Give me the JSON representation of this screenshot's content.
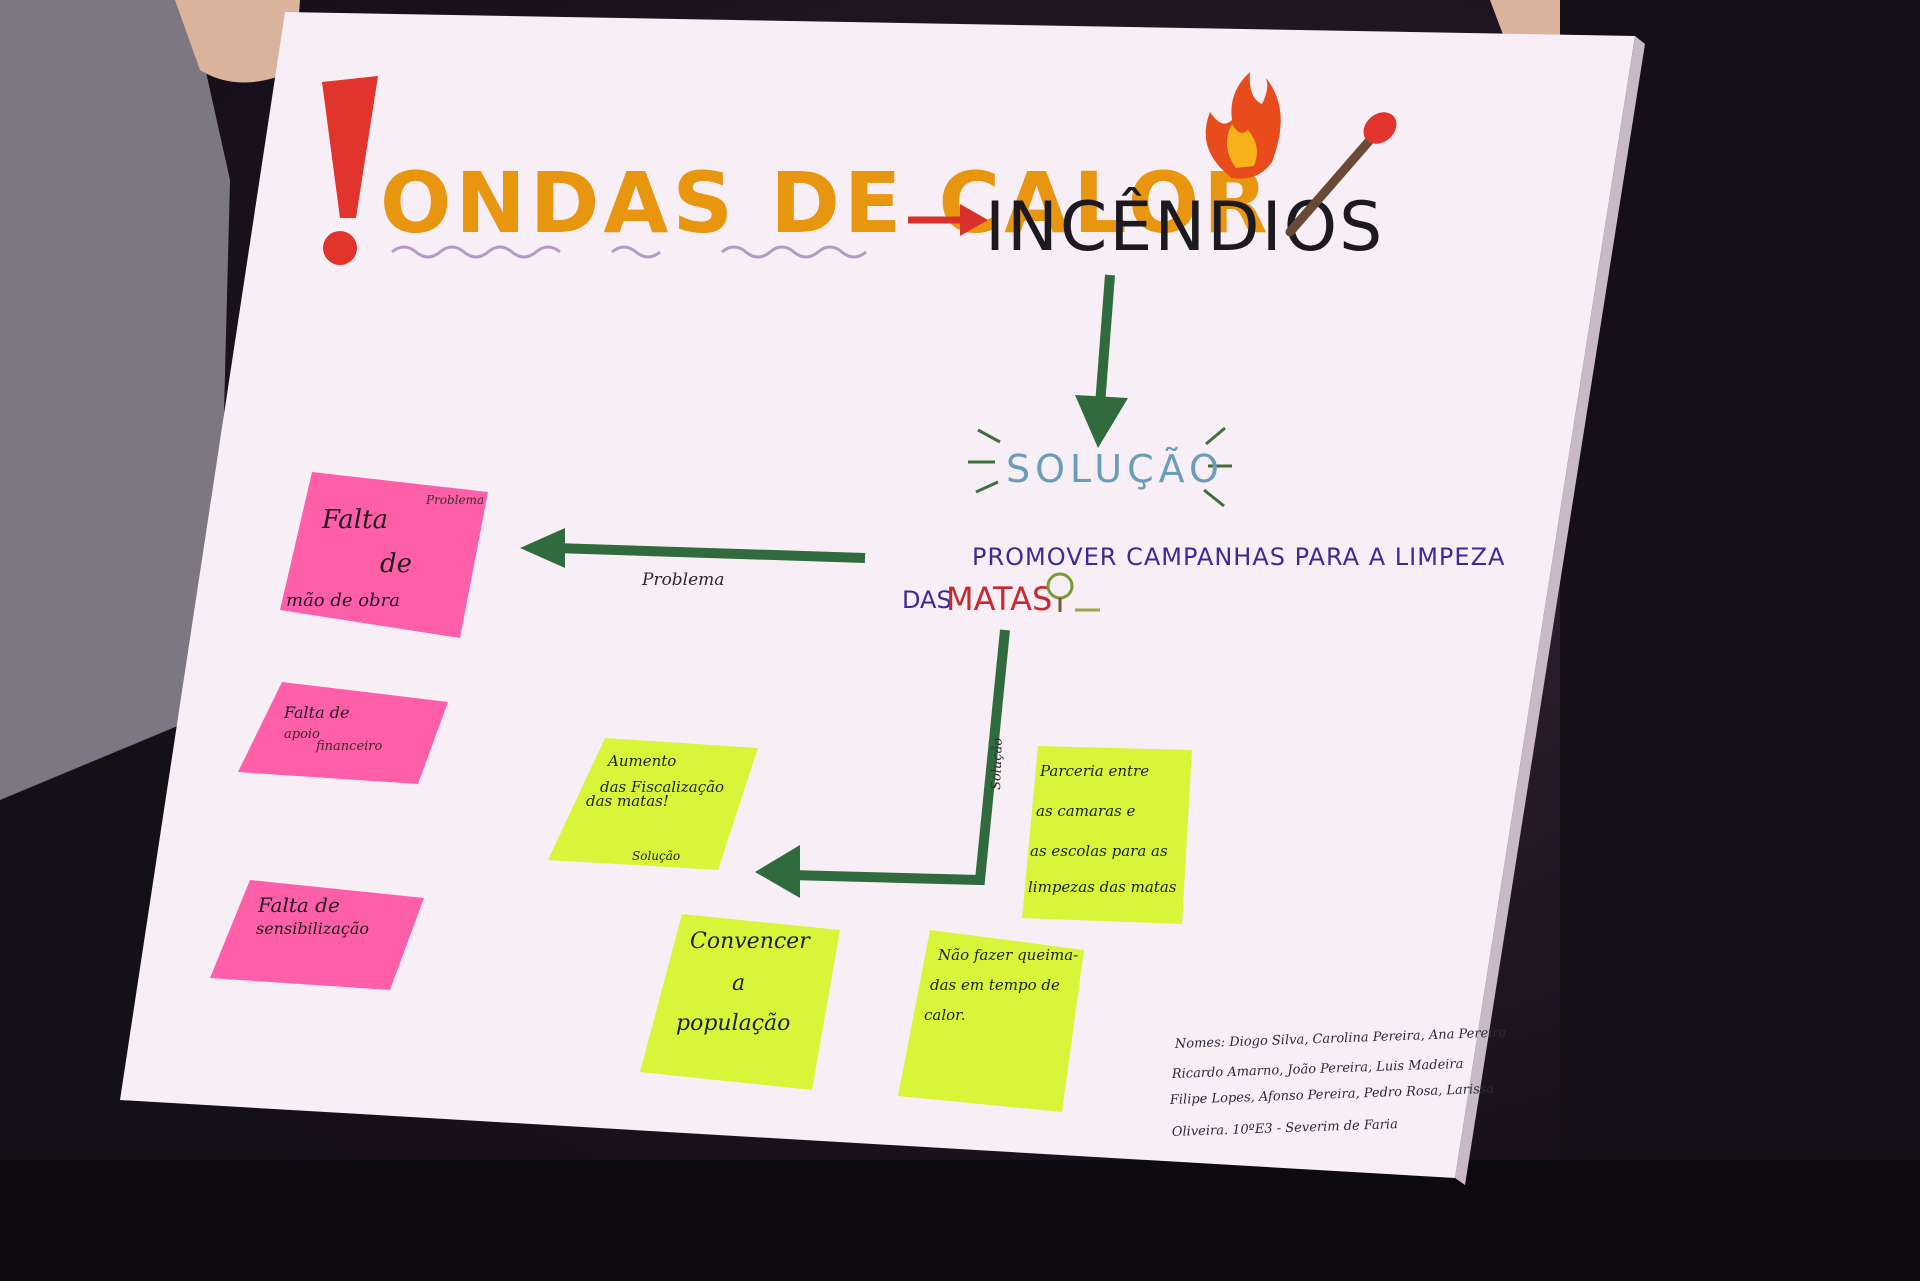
{
  "poster": {
    "title_part1": "ONDAS DE CALOR",
    "title_part2": "INCÊNDIOS",
    "solucao": "SOLUÇÃO",
    "promover_line1": "PROMOVER CAMPANHAS PARA A LIMPEZA",
    "promover_line2_prefix": "DAS",
    "promover_matas": "MATAS",
    "problema_arrow_label": "Problema",
    "solucao_arrow_label": "Solução",
    "names_line1": "Nomes: Diogo Silva, Carolina Pereira, Ana Pereira",
    "names_line2": "Ricardo Amarno, João Pereira, Luis Madeira",
    "names_line3": "Filipe Lopes, Afonso Pereira, Pedro Rosa, Larissa",
    "names_line4": "Oliveira. 10ºE3 - Severim de Faria"
  },
  "pink_notes": [
    {
      "tag": "Problema",
      "lines": [
        "Falta",
        "de",
        "mão de obra"
      ]
    },
    {
      "lines": [
        "Falta de",
        "apoio",
        "financeiro"
      ]
    },
    {
      "lines": [
        "Falta de",
        "sensibilização"
      ]
    }
  ],
  "green_notes": [
    {
      "lines": [
        "Aumento",
        "das Fiscalização",
        "das matas!"
      ],
      "tag": "Solução"
    },
    {
      "lines": [
        "Parceria entre",
        "as camaras e",
        "as escolas para as",
        "limpezas das matas"
      ]
    },
    {
      "lines": [
        "Convencer",
        "a",
        "população"
      ]
    },
    {
      "lines": [
        "Não fazer queima-",
        "das em tempo de",
        "calor."
      ]
    }
  ],
  "colors": {
    "poster": "#f8eef6",
    "pink_note": "#ff5ea8",
    "green_note": "#d8f53a",
    "arrow_green": "#2f6b3c",
    "title_orange": "#e8950f",
    "arrow_red": "#d8302a",
    "ink_blue": "#3a2a9a",
    "ink_dark": "#1c1a20"
  },
  "icons": [
    "exclamation-mark-icon",
    "fire-icon",
    "match-icon",
    "tree-icon",
    "sun-burst-icon"
  ]
}
